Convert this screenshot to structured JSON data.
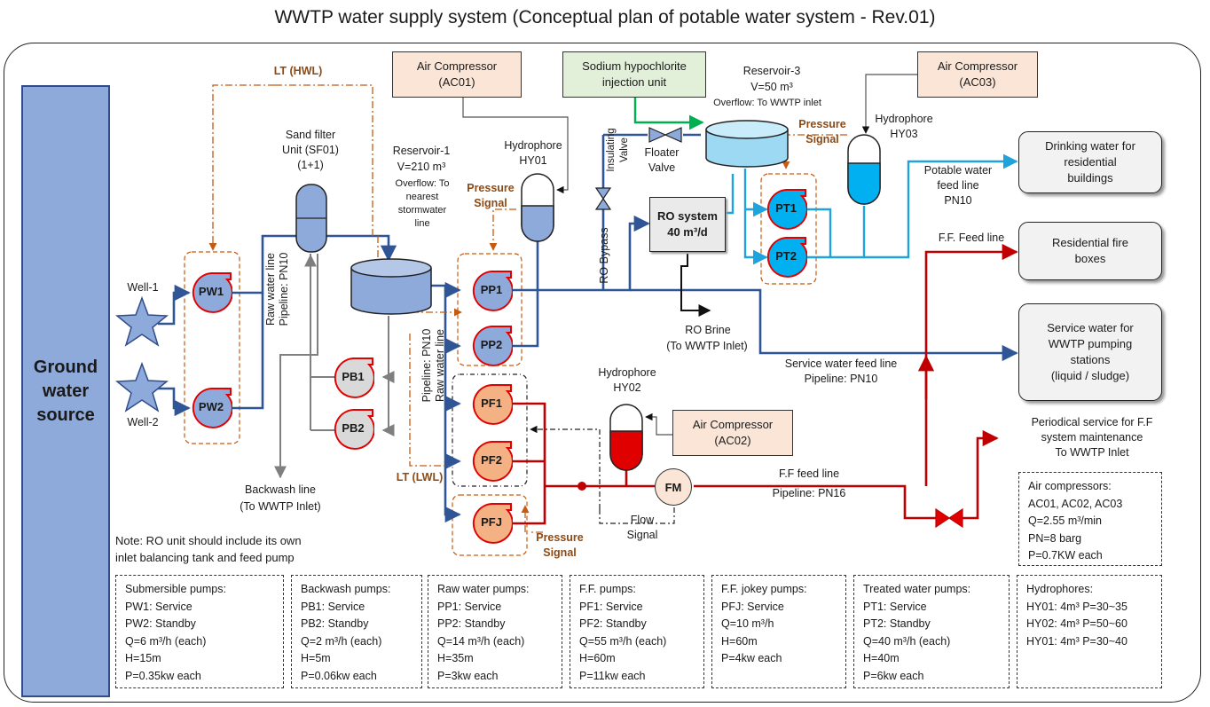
{
  "title": "WWTP water supply system (Conceptual plan of potable water system - Rev.01)",
  "ground_water": "Ground\nwater\nsource",
  "wells": [
    "Well-1",
    "Well-2"
  ],
  "pumps": {
    "PW1": "PW1",
    "PW2": "PW2",
    "PB1": "PB1",
    "PB2": "PB2",
    "PP1": "PP1",
    "PP2": "PP2",
    "PF1": "PF1",
    "PF2": "PF2",
    "PFJ": "PFJ",
    "PT1": "PT1",
    "PT2": "PT2",
    "FM": "FM"
  },
  "labels": {
    "lt_hwl": "LT (HWL)",
    "lt_lwl": "LT (LWL)",
    "sand_filter": "Sand filter\nUnit (SF01)\n(1+1)",
    "reservoir1_name": "Reservoir-1",
    "reservoir1_volume": "V=210 m³",
    "reservoir1_overflow": "Overflow: To\nnearest\nstormwater\nline",
    "raw_line_1": "Raw water line\nPipeline: PN10",
    "raw_line_2": "Pipeline: PN10\nRaw water line",
    "backwash_line": "Backwash line",
    "backwash_note": "(To WWTP Inlet)",
    "note": "Note: RO unit should include its own\ninlet balancing tank and feed pump",
    "hy01": "Hydrophore\nHY01",
    "hy02": "Hydrophore\nHY02",
    "hy03": "Hydrophore\nHY03",
    "pressure_signal": "Pressure\nSignal",
    "ac01": "Air Compressor\n(AC01)",
    "ac02": "Air Compressor\n(AC02)",
    "ac03": "Air Compressor\n(AC03)",
    "sodium": "Sodium hypochlorite\ninjection unit",
    "reservoir3_name": "Reservoir-3",
    "reservoir3_volume": "V=50 m³",
    "reservoir3_overflow": "Overflow: To WWTP inlet",
    "insulating_valve": "Insulating\nValve",
    "floater_valve": "Floater\nValve",
    "ro_bypass": "RO Bypass",
    "ro_system": "RO system\n40 m³/d",
    "ro_brine": "RO Brine",
    "ro_brine_note": "(To WWTP Inlet)",
    "potable_feed": "Potable water\nfeed line\nPN10",
    "ff_feed_line": "F.F. Feed line",
    "service_feed": "Service water feed line\nPipeline: PN10",
    "ff_feed_line2": "F.F feed line",
    "ff_pipeline": "Pipeline: PN16",
    "flow_signal": "Flow\nSignal",
    "periodical": "Periodical service for F.F\nsystem maintenance\nTo WWTP Inlet"
  },
  "destinations": {
    "drinking": "Drinking water for\nresidential\nbuildings",
    "fire": "Residential fire\nboxes",
    "service": "Service water for\nWWTP pumping\nstations\n(liquid / sludge)"
  },
  "air_compressors_spec": {
    "title": "Air compressors:",
    "lines": [
      "AC01, AC02, AC03",
      "Q=2.55 m³/min",
      "PN=8 barg",
      "P=0.7KW each"
    ]
  },
  "info_boxes": [
    {
      "title": "Submersible pumps:",
      "lines": [
        "PW1: Service",
        "PW2: Standby",
        "Q=6 m³/h (each)",
        "H=15m",
        "P=0.35kw each"
      ]
    },
    {
      "title": "Backwash pumps:",
      "lines": [
        "PB1: Service",
        "PB2: Standby",
        "Q=2 m³/h (each)",
        "H=5m",
        "P=0.06kw each"
      ]
    },
    {
      "title": "Raw water pumps:",
      "lines": [
        "PP1: Service",
        "PP2: Standby",
        "Q=14 m³/h (each)",
        "H=35m",
        "P=3kw each"
      ]
    },
    {
      "title": "F.F. pumps:",
      "lines": [
        "PF1: Service",
        "PF2: Standby",
        "Q=55 m³/h (each)",
        "H=60m",
        "P=11kw each"
      ]
    },
    {
      "title": "F.F. jokey pumps:",
      "lines": [
        "PFJ: Service",
        "Q=10 m³/h",
        "H=60m",
        "P=4kw each"
      ]
    },
    {
      "title": "Treated water pumps:",
      "lines": [
        "PT1: Service",
        "PT2: Standby",
        "Q=40 m³/h (each)",
        "H=40m",
        "P=6kw each"
      ]
    },
    {
      "title": "Hydrophores:",
      "lines": [
        "HY01: 4m³ P=30~35",
        "HY02: 4m³ P=50~60",
        "HY01: 4m³ P=30~40"
      ]
    }
  ],
  "colors": {
    "raw_pipe": "#2f5597",
    "treated_pipe": "#1fa3dc",
    "fire_pipe": "#c00000",
    "signal": "#c55a11",
    "backwash": "#7f7f7f",
    "pump_blue": "#8eaadb",
    "pump_orange": "#f4b183",
    "ground": "#8eaadb"
  }
}
